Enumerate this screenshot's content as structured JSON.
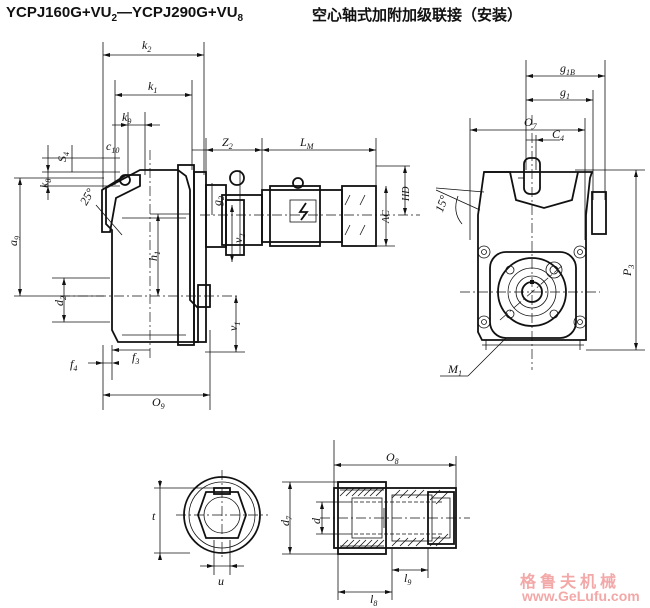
{
  "title": {
    "model_prefix": "YCPJ160G+VU",
    "model_sub1": "2",
    "model_dash": "—YCPJ290G+VU",
    "model_sub2": "8",
    "chinese": "空心轴式加附加级联接（安装）"
  },
  "watermark": {
    "chinese": "格鲁夫机械",
    "url": "www.GeLufu.com"
  },
  "dimension_labels": {
    "k2": "k",
    "k2_sub": "2",
    "k1": "k",
    "k1_sub": "1",
    "k9": "k",
    "k9_sub": "9",
    "c10": "c",
    "c10_sub": "10",
    "s4": "S",
    "s4_sub": "4",
    "k8": "k",
    "k8_sub": "8",
    "angle25": "25°",
    "a9": "a",
    "a9_sub": "9",
    "h1": "h",
    "h1_sub": "1",
    "g2": "g",
    "g2_sub": "2",
    "v2": "v",
    "v2_sub": "2",
    "z2": "Z",
    "z2_sub": "2",
    "lm": "L",
    "lm_sub": "M",
    "hd": "HD",
    "ac": "AC",
    "d2": "d",
    "d2_sub": "2",
    "v1": "v",
    "v1_sub": "1",
    "f4": "f",
    "f4_sub": "4",
    "f3": "f",
    "f3_sub": "3",
    "o9": "O",
    "o9_sub": "9",
    "g1b": "g",
    "g1b_sub": "1B",
    "g1": "g",
    "g1_sub": "1",
    "o7": "O",
    "o7_sub": "7",
    "c4": "C",
    "c4_sub": "4",
    "angle15": "15°",
    "p3": "P",
    "p3_sub": "3",
    "m1": "M",
    "m1_sub": "1",
    "t": "t",
    "u": "u",
    "o8": "O",
    "o8_sub": "8",
    "d7": "d",
    "d7_sub": "7",
    "d": "d",
    "l9": "l",
    "l9_sub": "9",
    "l8": "l",
    "l8_sub": "8"
  }
}
